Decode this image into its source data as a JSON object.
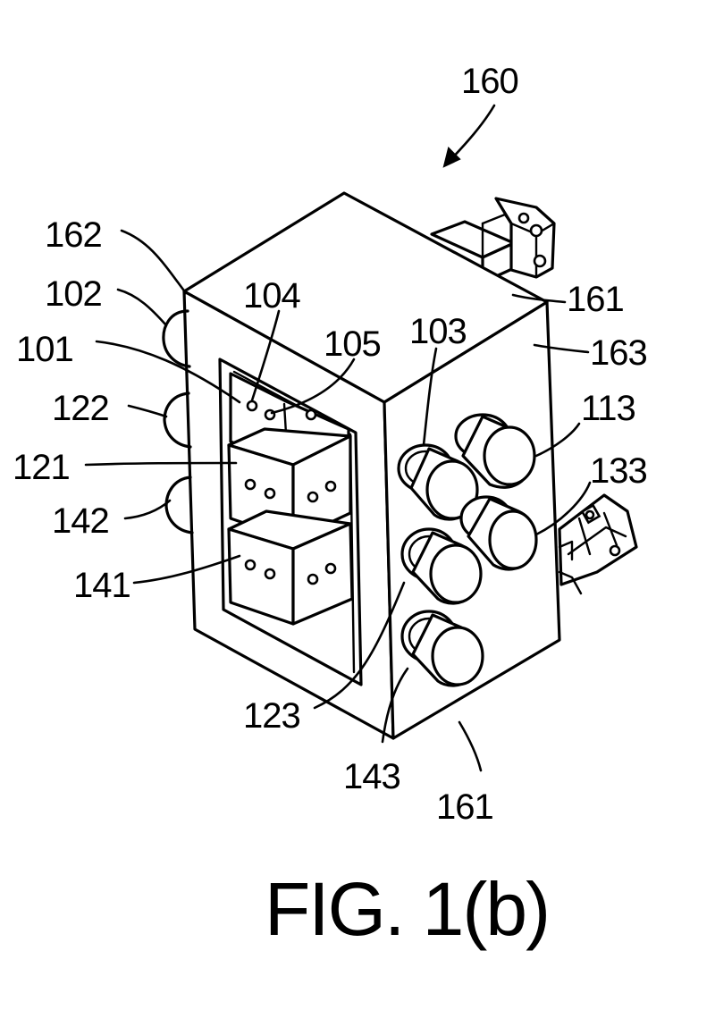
{
  "figure": {
    "caption": "FIG. 1(b)",
    "labels": {
      "l160": "160",
      "l162": "162",
      "l102": "102",
      "l104": "104",
      "l105": "105",
      "l101": "101",
      "l103": "103",
      "l161_top": "161",
      "l163": "163",
      "l122": "122",
      "l113": "113",
      "l121": "121",
      "l133": "133",
      "l142": "142",
      "l141": "141",
      "l123": "123",
      "l143": "143",
      "l161_bottom": "161"
    }
  }
}
